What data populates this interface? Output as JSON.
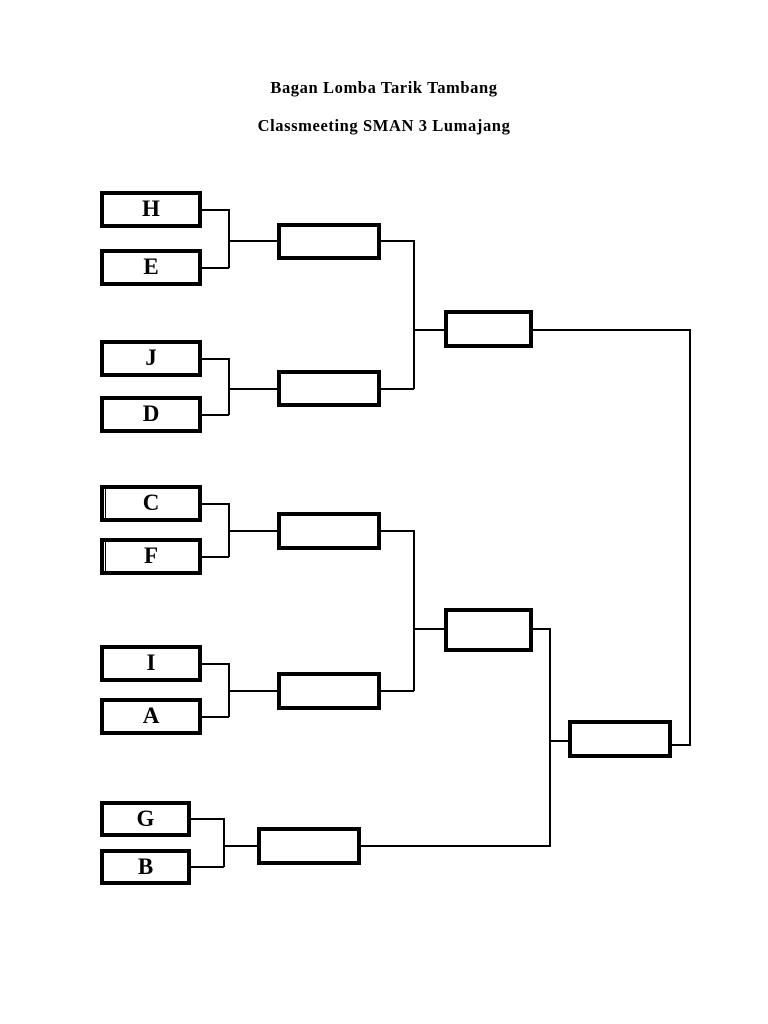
{
  "document": {
    "title_line_1": "Bagan Lomba Tarik Tambang",
    "title_line_2": "Classmeeting SMAN 3 Lumajang"
  },
  "bracket": {
    "type": "single-elimination",
    "rounds": 4,
    "team_count": 10,
    "ink_color": "#000000",
    "paper_color": "#ffffff",
    "round_1_teams": [
      "H",
      "E",
      "J",
      "D",
      "C",
      "F",
      "I",
      "A",
      "G",
      "B"
    ],
    "matches": [
      {
        "id": "r1-m1",
        "slot_top": "H",
        "slot_bottom": "E"
      },
      {
        "id": "r1-m2",
        "slot_top": "J",
        "slot_bottom": "D"
      },
      {
        "id": "r1-m3",
        "slot_top": "C",
        "slot_bottom": "F"
      },
      {
        "id": "r1-m4",
        "slot_top": "I",
        "slot_bottom": "A"
      },
      {
        "id": "r1-m5",
        "slot_top": "G",
        "slot_bottom": "B"
      }
    ],
    "round_2_slots": [
      {
        "id": "r2-s1",
        "winner_of": "H vs E",
        "label": ""
      },
      {
        "id": "r2-s2",
        "winner_of": "J vs D",
        "label": ""
      },
      {
        "id": "r2-s3",
        "winner_of": "C vs F",
        "label": ""
      },
      {
        "id": "r2-s4",
        "winner_of": "I vs A",
        "label": ""
      },
      {
        "id": "r2-s5",
        "winner_of": "G vs B",
        "label": ""
      }
    ],
    "round_3_slots": [
      {
        "id": "r3-s1",
        "winner_of": "r2-s1 vs r2-s2",
        "label": ""
      },
      {
        "id": "r3-s2",
        "winner_of": "r2-s3 vs r2-s4",
        "label": ""
      }
    ],
    "final_slot": {
      "id": "final",
      "winner_of": "r3-s2 vs r2-s5",
      "label": ""
    }
  }
}
